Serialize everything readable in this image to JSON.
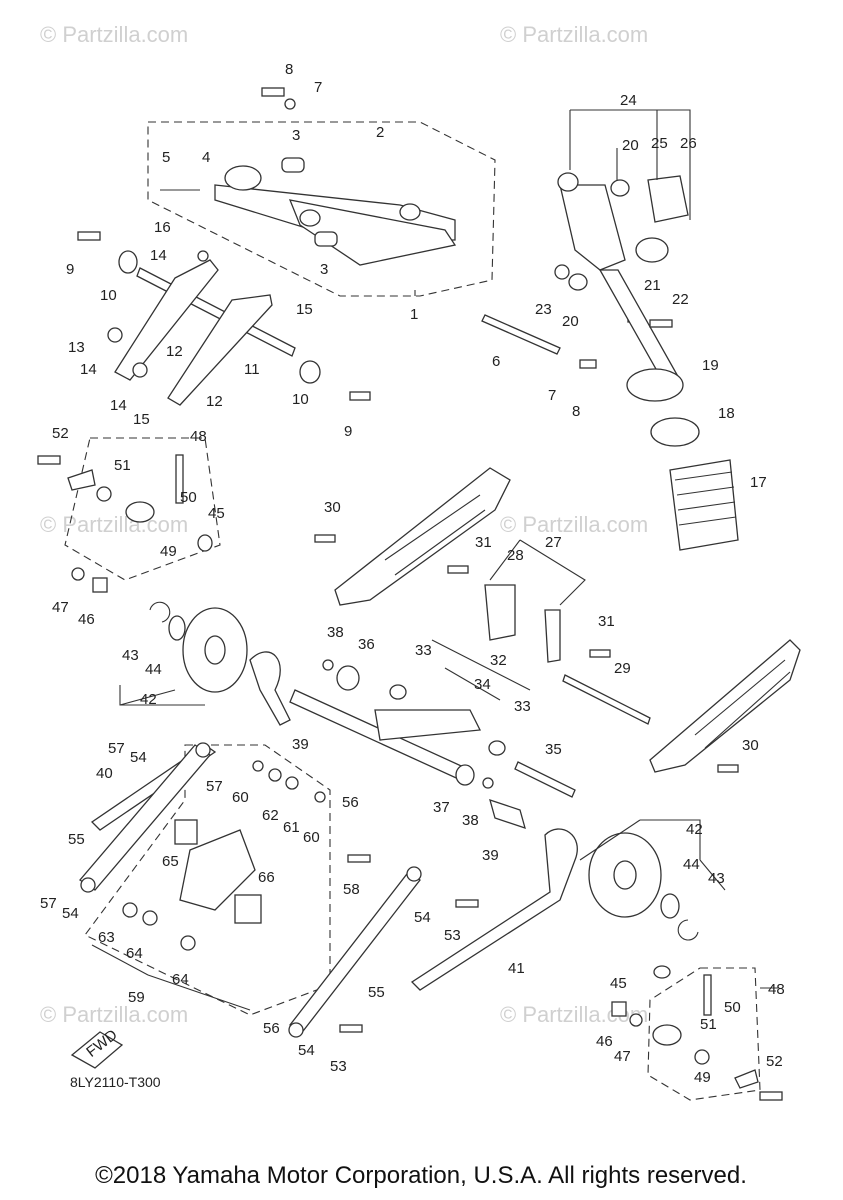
{
  "watermark": "© Partzilla.com",
  "diagram_code": "8LY2110-T300",
  "fwd_label": "FWD",
  "copyright": "©2018 Yamaha Motor Corporation, U.S.A. All rights reserved.",
  "callouts": [
    "8",
    "7",
    "3",
    "2",
    "5",
    "4",
    "24",
    "20",
    "25",
    "26",
    "16",
    "14",
    "9",
    "10",
    "3",
    "15",
    "1",
    "23",
    "20",
    "21",
    "22",
    "13",
    "12",
    "14",
    "12",
    "11",
    "10",
    "9",
    "6",
    "7",
    "8",
    "19",
    "14",
    "15",
    "18",
    "17",
    "52",
    "48",
    "51",
    "50",
    "45",
    "49",
    "47",
    "46",
    "30",
    "31",
    "28",
    "27",
    "31",
    "29",
    "43",
    "44",
    "42",
    "38",
    "36",
    "33",
    "32",
    "34",
    "33",
    "57",
    "54",
    "40",
    "39",
    "57",
    "60",
    "56",
    "62",
    "61",
    "60",
    "35",
    "37",
    "38",
    "39",
    "30",
    "55",
    "65",
    "66",
    "58",
    "42",
    "44",
    "43",
    "57",
    "54",
    "63",
    "64",
    "64",
    "54",
    "53",
    "41",
    "59",
    "55",
    "56",
    "54",
    "53",
    "45",
    "48",
    "50",
    "46",
    "47",
    "51",
    "52",
    "49"
  ]
}
